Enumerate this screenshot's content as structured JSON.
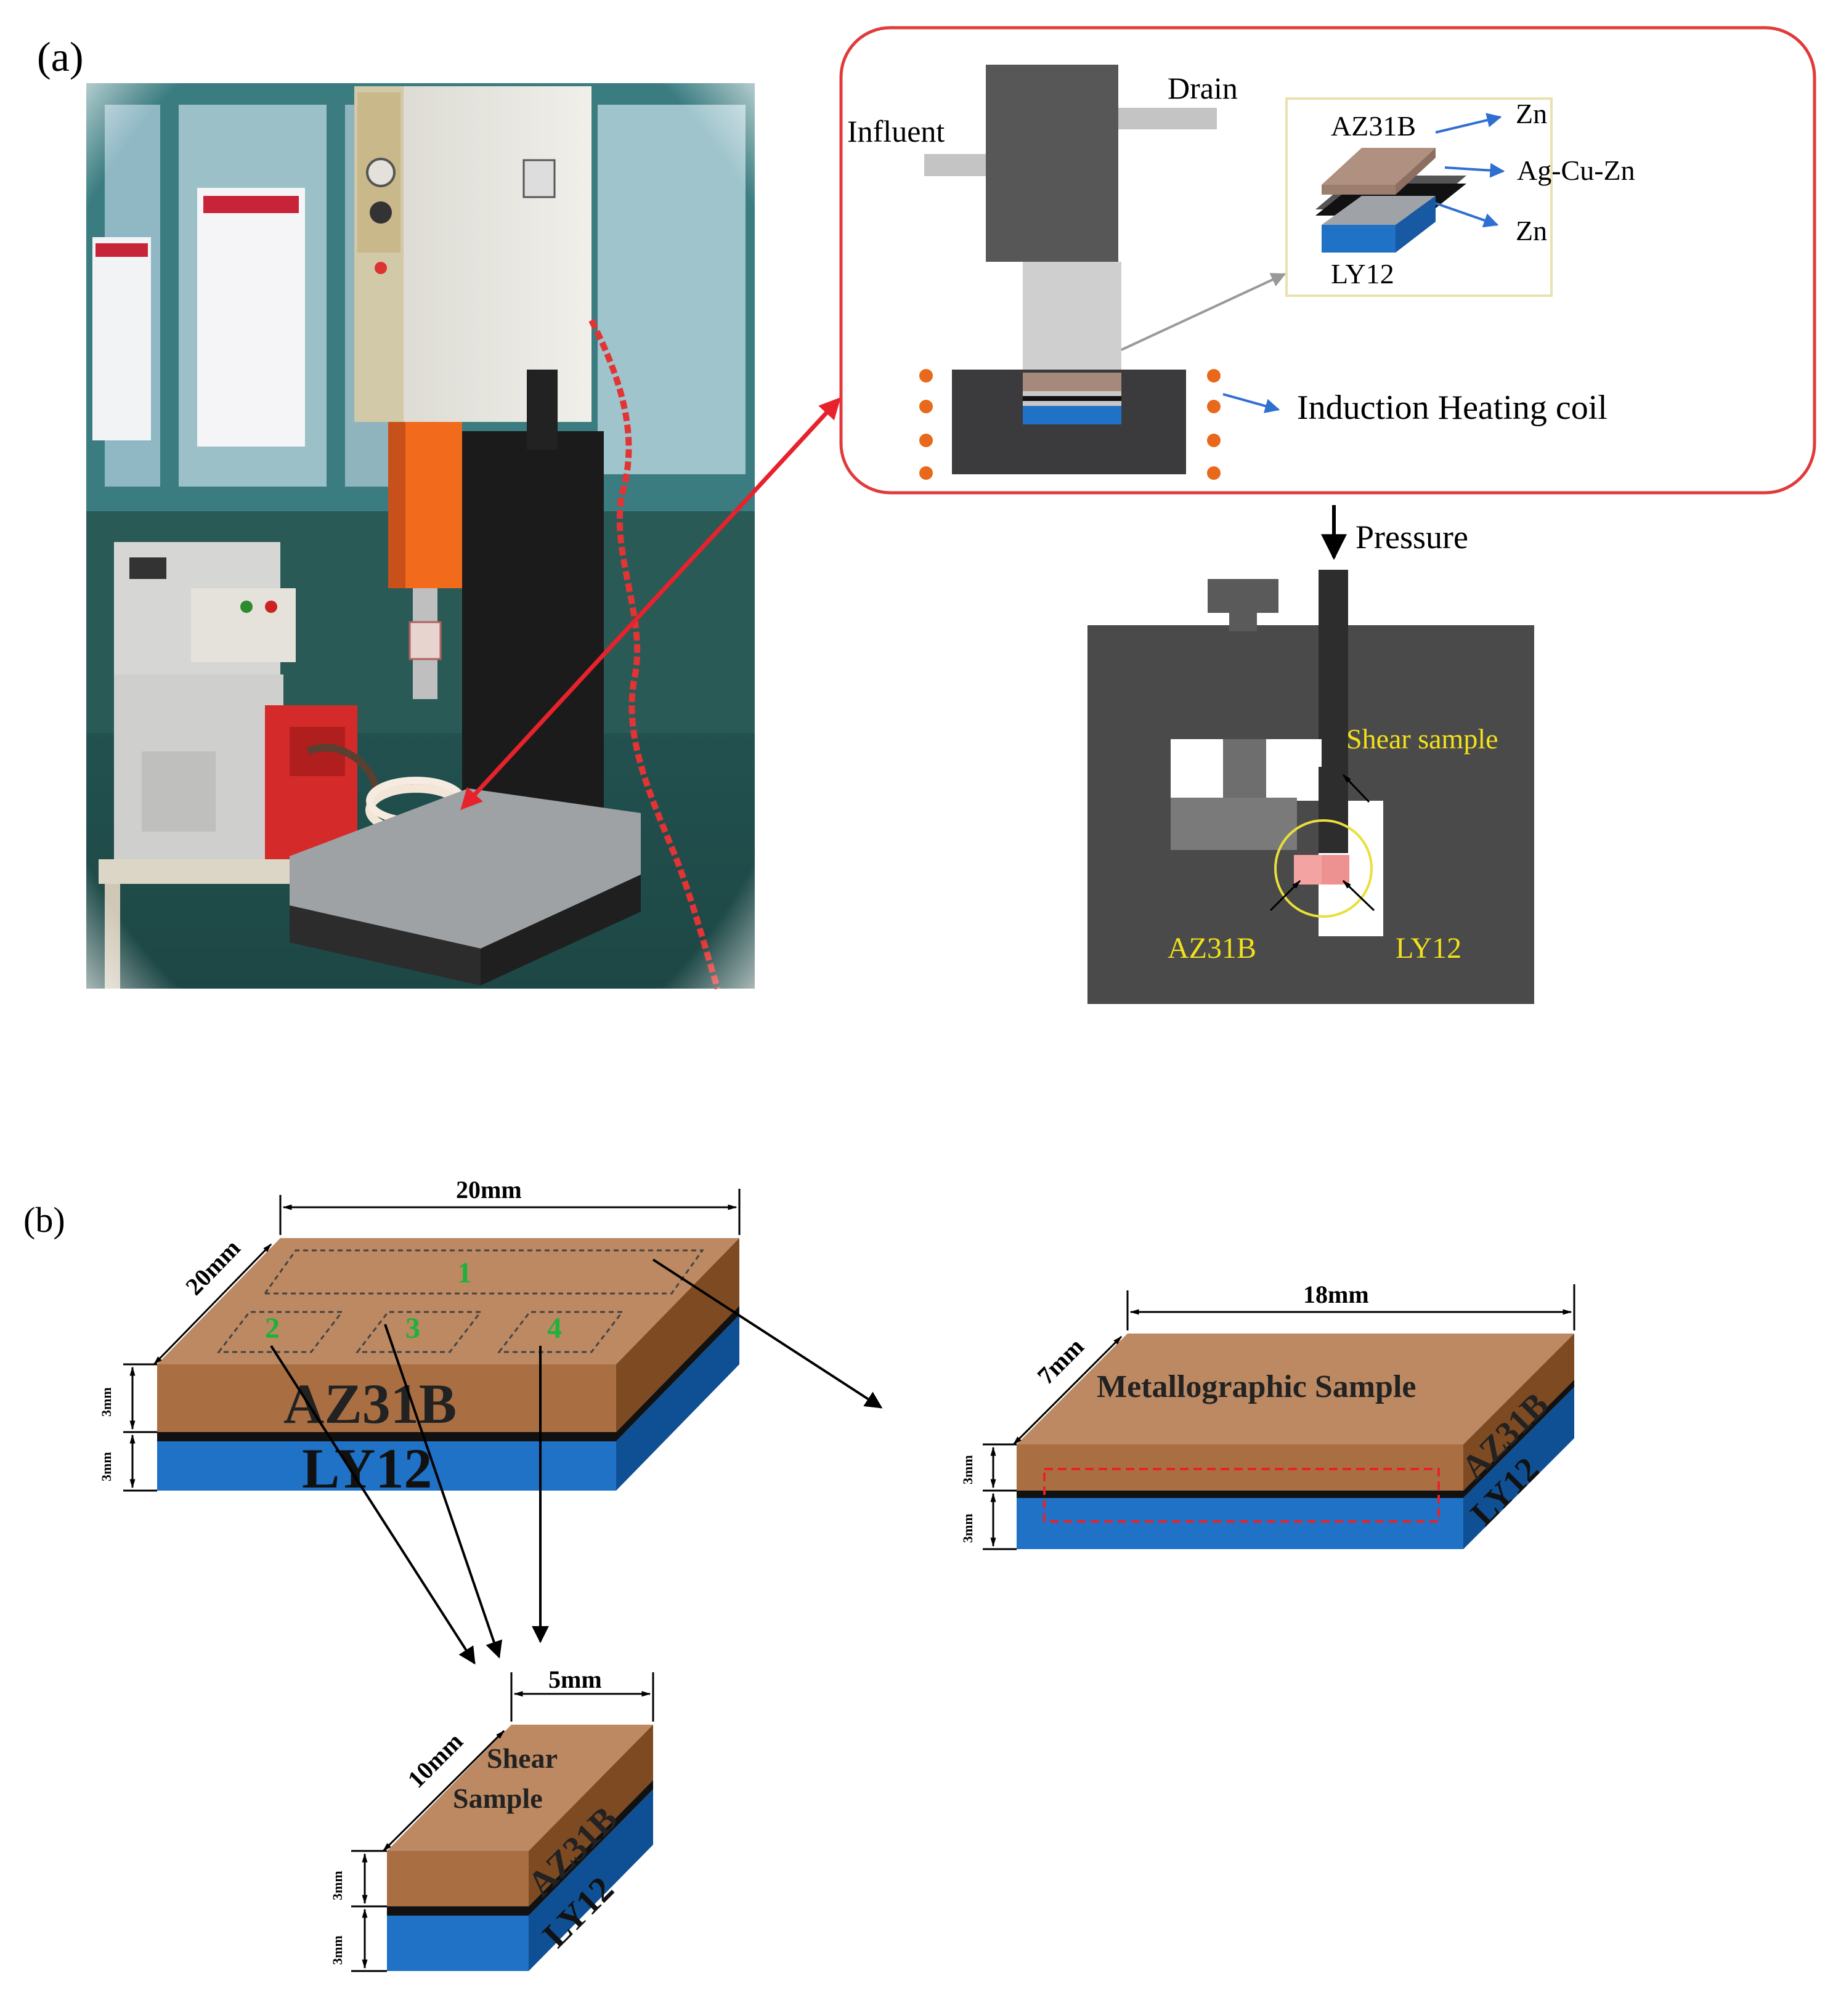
{
  "panel_a": {
    "label": "(a)",
    "photo": {
      "description_icon": "induction-brazing-machine-photo"
    },
    "schematic": {
      "influent": "Influent",
      "drain": "Drain",
      "inset": {
        "top_layer": "AZ31B",
        "bottom_layer": "LY12",
        "zn_top": "Zn",
        "filler": "Ag-Cu-Zn",
        "zn_bottom": "Zn"
      },
      "coil_label": "Induction Heating coil"
    },
    "pressure": "Pressure",
    "fixture": {
      "shear_sample": "Shear sample",
      "az31b": "AZ31B",
      "ly12": "LY12"
    }
  },
  "panel_b": {
    "label": "(b)",
    "main_block": {
      "width_label": "20mm",
      "depth_label": "20mm",
      "top_label": "AZ31B",
      "bottom_label": "LY12",
      "thick_top": "3mm",
      "thick_bottom": "3mm",
      "regions": [
        "1",
        "2",
        "3",
        "4"
      ]
    },
    "metallographic": {
      "width_label": "18mm",
      "depth_label": "7mm",
      "title": "Metallographic Sample",
      "side_top": "AZ31B",
      "side_bottom": "LY12",
      "thick_top": "3mm",
      "thick_bottom": "3mm"
    },
    "shear": {
      "width_label": "5mm",
      "depth_label": "10mm",
      "title_line1": "Shear",
      "title_line2": "Sample",
      "side_top": "AZ31B",
      "side_bottom": "LY12",
      "thick_top": "3mm",
      "thick_bottom": "3mm"
    }
  },
  "colors": {
    "az31b": "#a96f43",
    "az31b_top": "#bc8962",
    "az31b_side": "#7e4a22",
    "ly12": "#1f72c6",
    "ly12_side": "#0f4f93",
    "red_arrow": "#e8222c",
    "label_yellow": "#f2e11a",
    "region_green": "#1db23a",
    "fixture_gray": "#4a4a4a"
  }
}
